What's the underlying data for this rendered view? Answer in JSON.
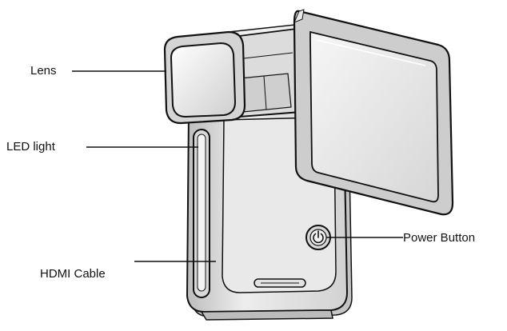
{
  "labels": {
    "lens": "Lens",
    "led_light": "LED  light",
    "hdmi_cable": "HDMI Cable",
    "power_button": "Power  Button"
  },
  "colors": {
    "line": "#111111",
    "body_fill": "#e6e6e6",
    "body_shadow": "#b8b8b8",
    "screen_fill": "#eeeeee",
    "highlight": "#ffffff"
  },
  "icons": {
    "power": "power-icon"
  }
}
